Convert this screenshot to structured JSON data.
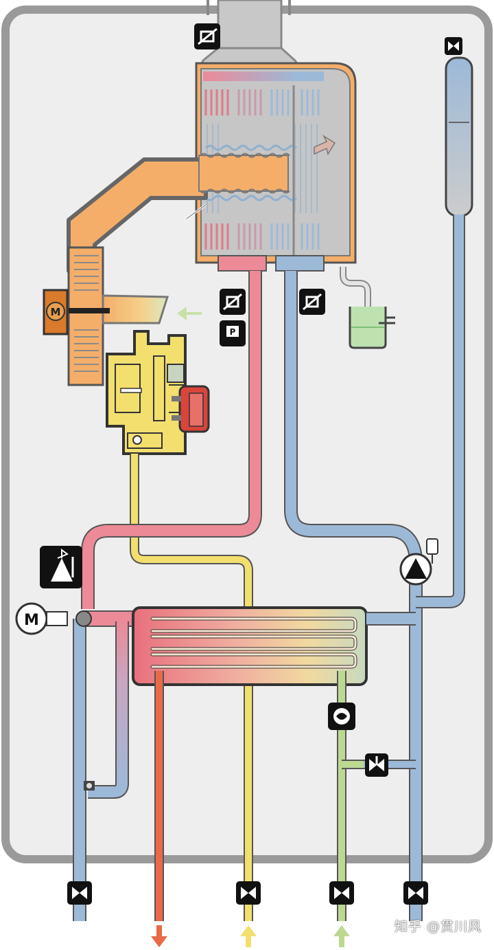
{
  "diagram": {
    "motor_label": "M",
    "fan_motor_label": "M",
    "pressure_switch_label": "P"
  },
  "watermark": "知乎 @贯川风",
  "colors": {
    "hot_water": "#ec8a98",
    "cold_return": "#9cb9d8",
    "gas": "#f2df6e",
    "domestic_cold": "#bcd992",
    "domestic_hot": "#e86a48",
    "flue": "#f4ae6a",
    "casing": "#9a9a9a",
    "background": "#eeeeee"
  }
}
